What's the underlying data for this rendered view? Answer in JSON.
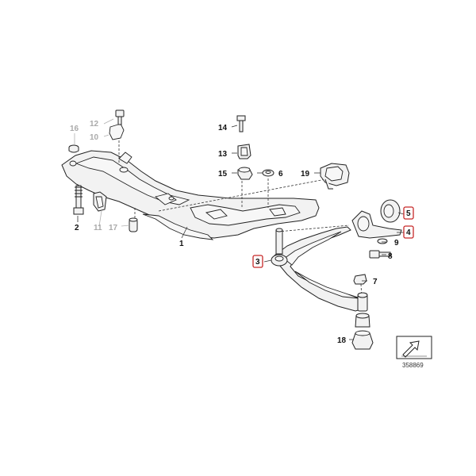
{
  "callouts": {
    "c1": "1",
    "c2": "2",
    "c3": "3",
    "c4": "4",
    "c5": "5",
    "c6": "6",
    "c7": "7",
    "c8": "8",
    "c9": "9",
    "c10": "10",
    "c11": "11",
    "c12": "12",
    "c13": "13",
    "c14": "14",
    "c15": "15",
    "c16": "16",
    "c17": "17",
    "c18": "18",
    "c19": "19"
  },
  "highlighted": [
    "3",
    "4",
    "5"
  ],
  "reference_number": "358869",
  "colors": {
    "highlight": "#c62828",
    "greyed_out": "#aaaaaa",
    "line": "#222222"
  }
}
